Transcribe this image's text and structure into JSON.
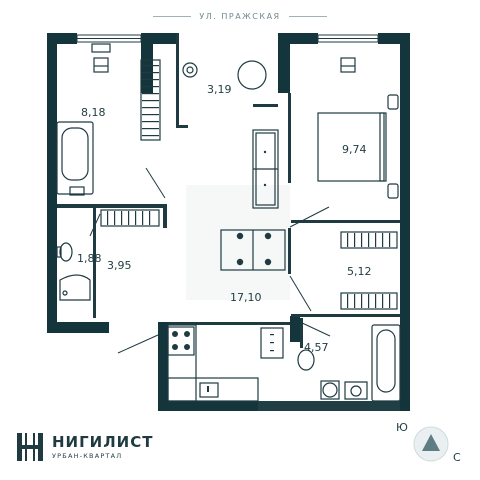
{
  "street_label": "УЛ. ПРАЖСКАЯ",
  "rooms": [
    {
      "id": "bedroom-left",
      "area": "8,18"
    },
    {
      "id": "wardrobe",
      "area": "3,19"
    },
    {
      "id": "bedroom-right",
      "area": "9,74"
    },
    {
      "id": "bathroom-left",
      "area": "1,88"
    },
    {
      "id": "hallway",
      "area": "3,95"
    },
    {
      "id": "kitchen-living",
      "area": "17,10"
    },
    {
      "id": "storage",
      "area": "5,12"
    },
    {
      "id": "bathroom-right",
      "area": "4,57"
    }
  ],
  "brand": {
    "name": "НИГИЛИСТ",
    "subtitle": "УРБАН-КВАРТАЛ"
  },
  "compass": {
    "south": "Ю",
    "north": "С"
  },
  "colors": {
    "wall": "#14353b",
    "line": "#1f3b41",
    "floor": "#ffffff"
  }
}
